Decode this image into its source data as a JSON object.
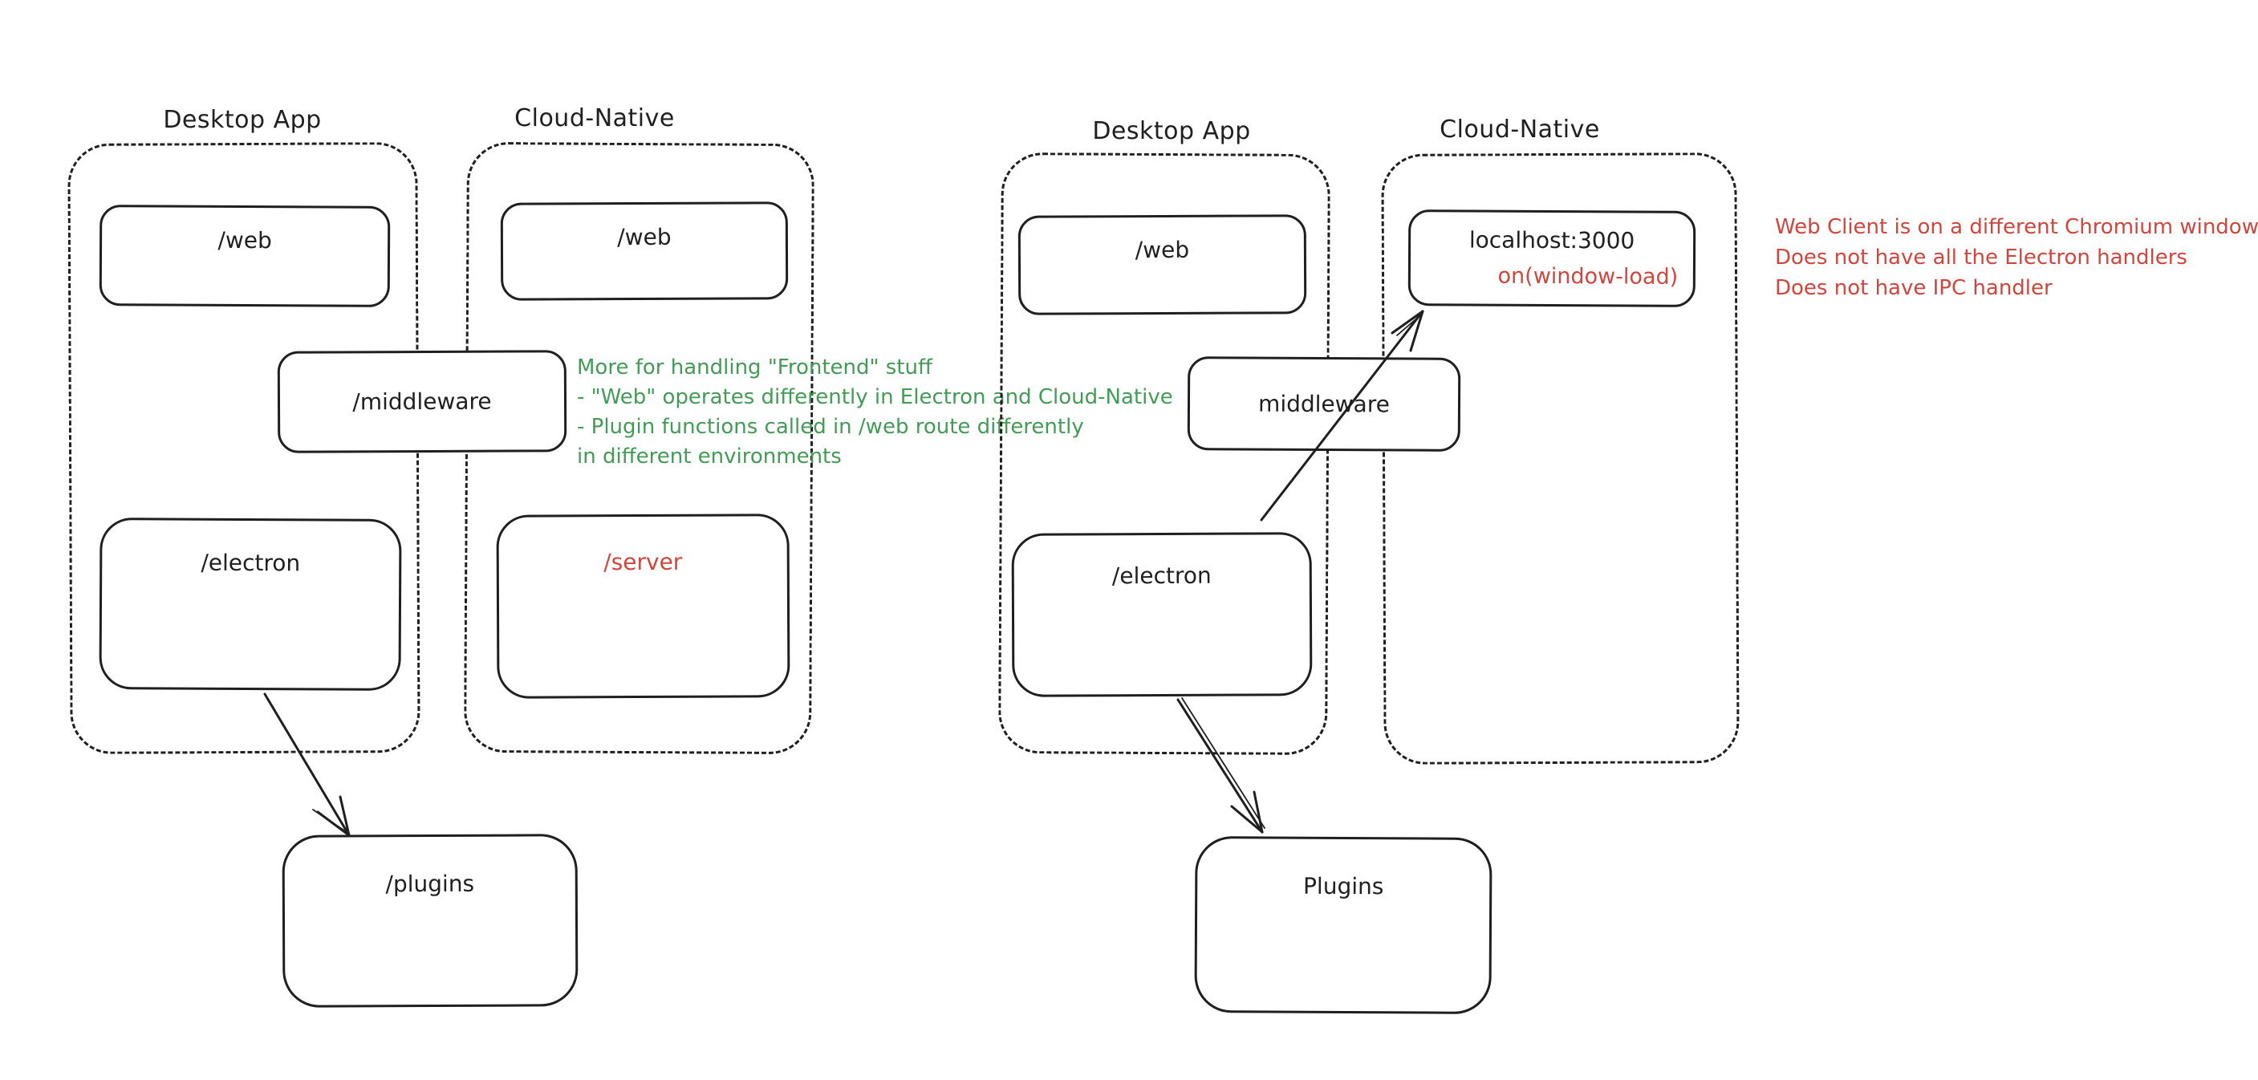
{
  "colors": {
    "stroke": "#1f1f1f",
    "green": "#449b58",
    "red": "#cf463e",
    "background": "#ffffff"
  },
  "left": {
    "desktop_title": "Desktop App",
    "cloud_title": "Cloud-Native",
    "desktop_web_label": "/web",
    "cloud_web_label": "/web",
    "middleware_label": "/middleware",
    "electron_label": "/electron",
    "server_label": "/server",
    "plugins_label": "/plugins",
    "note_lines": [
      "More for handling \"Frontend\" stuff",
      "- \"Web\" operates differently in Electron and Cloud-Native",
      "- Plugin functions called in /web route differently",
      "in different environments"
    ]
  },
  "right": {
    "desktop_title": "Desktop App",
    "cloud_title": "Cloud-Native",
    "desktop_web_label": "/web",
    "localhost_label": "localhost:3000",
    "window_load_label": "on(window-load)",
    "middleware_label": "middleware",
    "electron_label": "/electron",
    "plugins_label": "Plugins",
    "note_lines": [
      "Web Client is on a different Chromium window",
      "Does not have all the Electron handlers",
      "Does not have IPC handler"
    ]
  }
}
